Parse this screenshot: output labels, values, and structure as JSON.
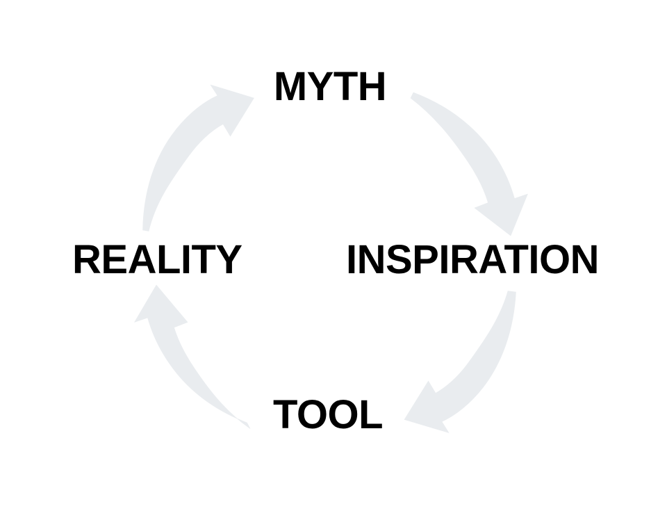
{
  "diagram": {
    "type": "cycle",
    "title": "",
    "background_color": "#ffffff",
    "text_color": "#000000",
    "arrow_color": "#e9ecef",
    "direction": "clockwise",
    "nodes": [
      {
        "id": "myth",
        "label": "MYTH",
        "position": "top"
      },
      {
        "id": "inspiration",
        "label": "INSPIRATION",
        "position": "right"
      },
      {
        "id": "tool",
        "label": "TOOL",
        "position": "bottom"
      },
      {
        "id": "reality",
        "label": "REALITY",
        "position": "left"
      }
    ],
    "arrows": [
      {
        "id": "arrow-myth-to-inspiration",
        "from": "MYTH",
        "to": "INSPIRATION",
        "side": "top-right",
        "points": "down-right"
      },
      {
        "id": "arrow-inspiration-to-tool",
        "from": "INSPIRATION",
        "to": "TOOL",
        "side": "bottom-right",
        "points": "down-left"
      },
      {
        "id": "arrow-tool-to-reality",
        "from": "TOOL",
        "to": "REALITY",
        "side": "bottom-left",
        "points": "up-left"
      },
      {
        "id": "arrow-reality-to-myth",
        "from": "REALITY",
        "to": "MYTH",
        "side": "top-left",
        "points": "up-right"
      }
    ]
  }
}
